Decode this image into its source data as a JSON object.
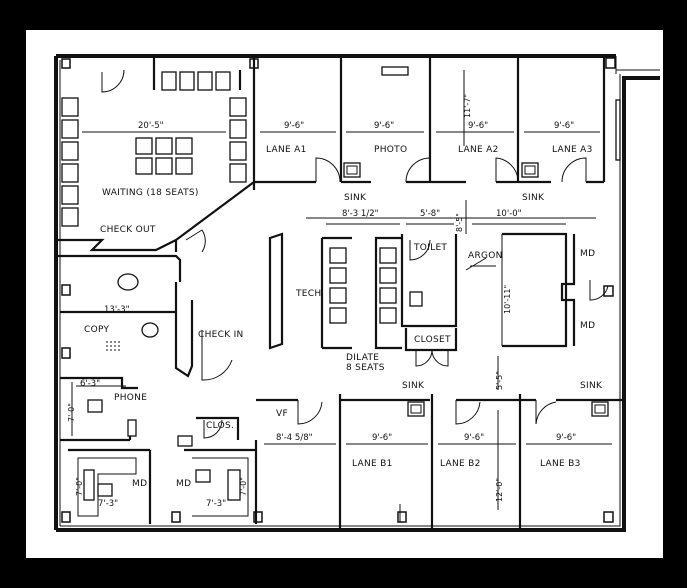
{
  "rooms": {
    "lane_a1": "LANE A1",
    "photo": "PHOTO",
    "lane_a2": "LANE A2",
    "lane_a3": "LANE A3",
    "waiting": "WAITING (18 SEATS)",
    "check_out": "CHECK OUT",
    "check_in": "CHECK IN",
    "tech": "TECH",
    "toilet": "TOILET",
    "argon": "ARGON",
    "closet": "CLOSET",
    "md_right_top": "MD",
    "md_right_bottom": "MD",
    "copy": "COPY",
    "dilate_line1": "DILATE",
    "dilate_line2": "8 SEATS",
    "phone": "PHONE",
    "clos": "CLOS.",
    "vf": "VF",
    "lane_b1": "LANE B1",
    "lane_b2": "LANE B2",
    "lane_b3": "LANE B3",
    "md_left": "MD",
    "md_center": "MD",
    "sink_1": "SINK",
    "sink_2": "SINK",
    "sink_3": "SINK",
    "sink_4": "SINK"
  },
  "dimensions": {
    "waiting_width": "20'-5\"",
    "lane_a1_width": "9'-6\"",
    "photo_width": "9'-6\"",
    "lane_a2_width": "9'-6\"",
    "lane_a3_width": "9'-6\"",
    "lane_a2_depth": "11'-7\"",
    "tech_width": "8'-3 1/2\"",
    "toilet_width": "5'-8\"",
    "argon_width": "10'-0\"",
    "toilet_depth": "8'-5\"",
    "argon_depth": "10'-11\"",
    "checkin_width": "13'-3\"",
    "phone_width": "6'-3\"",
    "phone_depth": "7'-0\"",
    "vf_width": "8'-4 5/8\"",
    "lane_b1_width": "9'-6\"",
    "lane_b2_width": "9'-6\"",
    "lane_b3_width": "9'-6\"",
    "corridor_depth": "5'-5\"",
    "lane_b_depth": "12'-0\"",
    "md_left_depth": "7'-0\"",
    "md_left_width": "7'-3\"",
    "md_center_width": "7'-3\"",
    "md_center_depth": "7'-0\""
  }
}
